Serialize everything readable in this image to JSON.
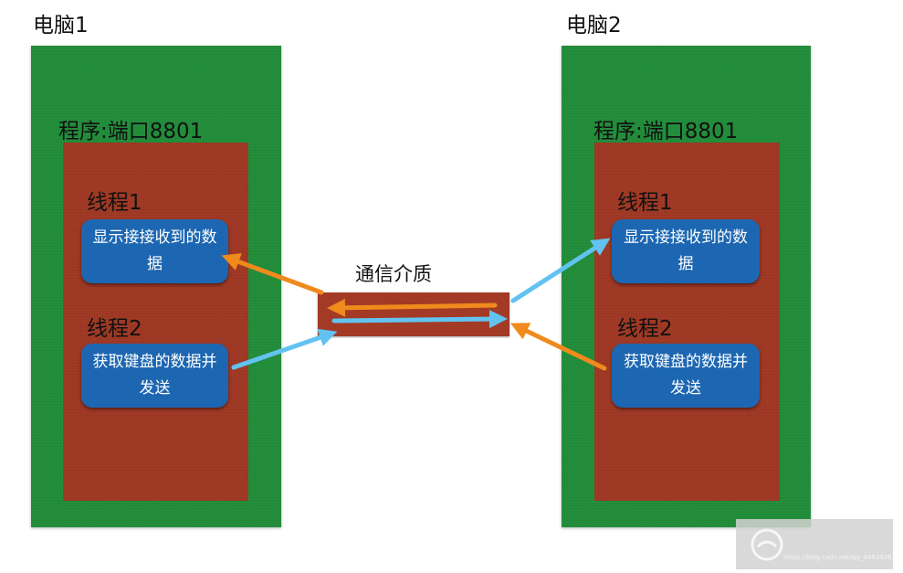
{
  "computer1": {
    "title": "电脑1",
    "process_label": "程序:端口8801",
    "thread1_label": "线程1",
    "thread1_text": "显示接接收到的数据",
    "thread2_label": "线程2",
    "thread2_text": "获取键盘的数据并发送"
  },
  "computer2": {
    "title": "电脑2",
    "process_label": "程序:端口8801",
    "thread1_label": "线程1",
    "thread1_text": "显示接接收到的数据",
    "thread2_label": "线程2",
    "thread2_text": "获取键盘的数据并发送"
  },
  "medium": {
    "label": "通信介质"
  },
  "watermark": {
    "text": "https://blog.csdn.net/qq_44834261"
  },
  "colors": {
    "computer_fill": "#1f8a37",
    "process_fill": "#a23a26",
    "thread_fill": "#1d67b2",
    "arrow_orange": "#f08a1c",
    "arrow_blue": "#62c3f0"
  }
}
